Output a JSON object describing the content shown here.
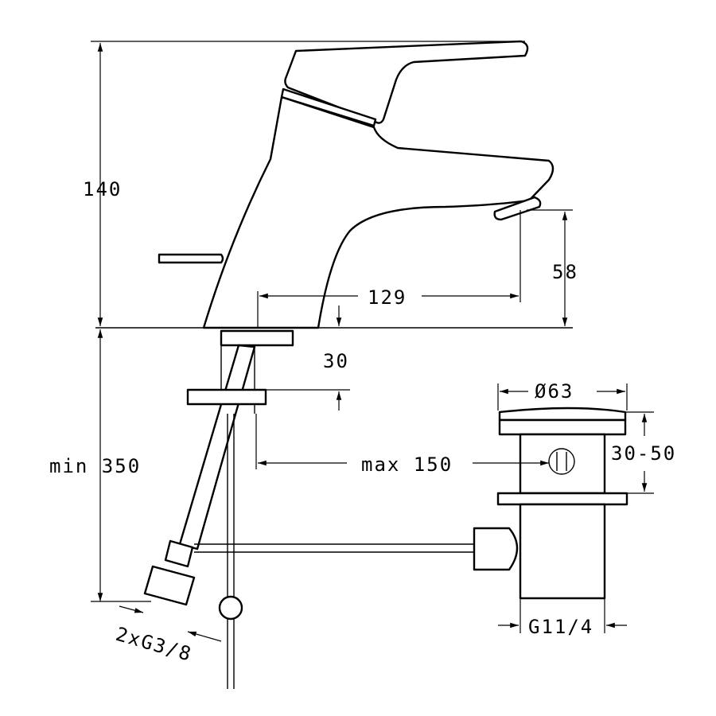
{
  "dimensions": {
    "height_total": "140",
    "spout_height": "58",
    "spout_reach": "129",
    "pop_up_offset": "30",
    "min_depth": "min 350",
    "max_rod": "max 150",
    "waste_diameter": "Ø63",
    "waste_range": "30-50",
    "waste_thread": "G11/4",
    "hose_thread": "2xG3/8"
  },
  "colors": {
    "line": "#000000",
    "background": "#ffffff"
  }
}
